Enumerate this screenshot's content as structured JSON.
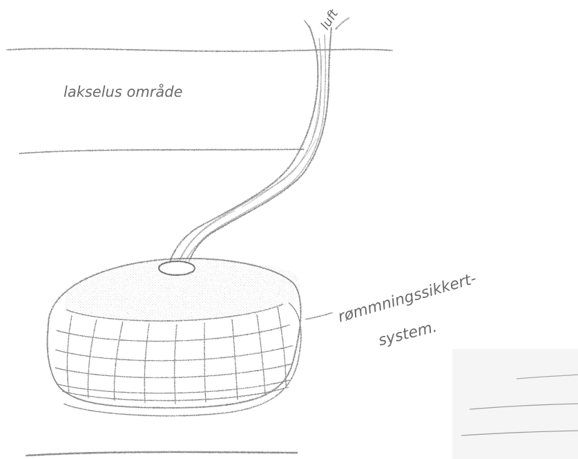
{
  "labels": {
    "air": "luft",
    "zone": "lakselus område",
    "system_line1": "rømmningssikkert-",
    "system_line2": "system."
  },
  "colors": {
    "pencil": "#8a8a8a",
    "pencil_dark": "#6a6a6a",
    "shade": "#c8c8c8",
    "paper": "#ffffff"
  }
}
